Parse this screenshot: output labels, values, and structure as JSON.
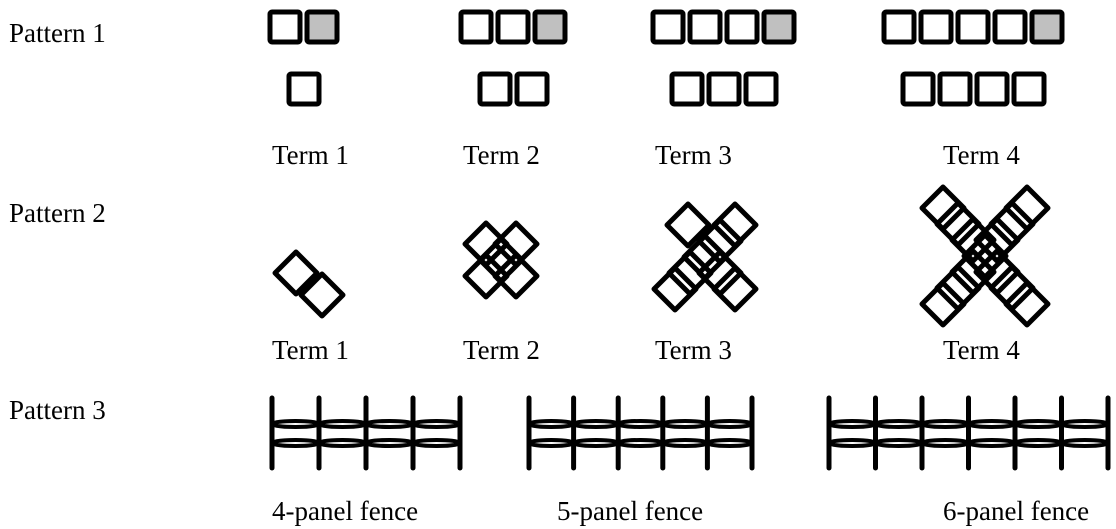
{
  "patterns": [
    {
      "label": "Pattern 1",
      "terms": [
        "Term 1",
        "Term 2",
        "Term 3",
        "Term 4"
      ]
    },
    {
      "label": "Pattern 2",
      "terms": [
        "Term 1",
        "Term 2",
        "Term 3",
        "Term 4"
      ]
    },
    {
      "label": "Pattern 3",
      "terms": [
        "4-panel fence",
        "5-panel fence",
        "6-panel fence"
      ]
    }
  ],
  "colors": {
    "stroke": "#000000",
    "shaded": "#c0c0c0",
    "background": "#ffffff"
  }
}
